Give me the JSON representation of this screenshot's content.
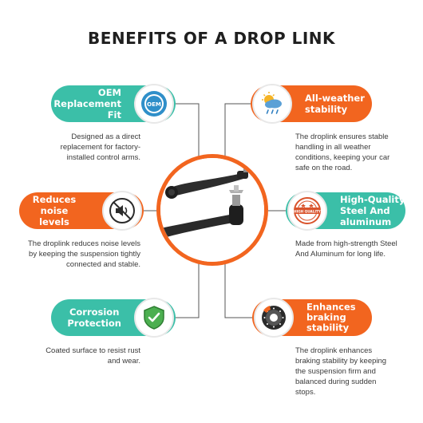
{
  "title": "BENEFITS OF A DROP LINK",
  "benefits": [
    {
      "title": "OEM\nReplacement Fit",
      "description": "Designed as a direct replacement for factory-installed control arms.",
      "icon": "oem-badge-icon",
      "badge_text": "OEM",
      "color": "#3bbfa8"
    },
    {
      "title": "All-weather\nstability",
      "description": "The droplink ensures stable handling in all weather conditions, keeping your car safe on the road.",
      "icon": "weather-icon",
      "color": "#f2651f"
    },
    {
      "title": "Reduces noise\nlevels",
      "description": "The droplink reduces noise levels by keeping the suspension tightly connected and stable.",
      "icon": "no-noise-icon",
      "color": "#f2651f"
    },
    {
      "title": "High-Quality\nSteel And\naluminum",
      "description": "Made from high-strength Steel And Aluminum for long life.",
      "icon": "quality-stamp-icon",
      "badge_text": "HIGH QUALITY",
      "color": "#3bbfa8"
    },
    {
      "title": "Corrosion\nProtection",
      "description": "Coated surface to resist rust and wear.",
      "icon": "shield-check-icon",
      "color": "#3bbfa8"
    },
    {
      "title": "Enhances\nbraking\nstability",
      "description": "The droplink enhances braking stability by keeping the suspension firm and balanced during sudden stops.",
      "icon": "brake-disc-icon",
      "color": "#f2651f"
    }
  ],
  "center_image": "drop-link-product-photo"
}
